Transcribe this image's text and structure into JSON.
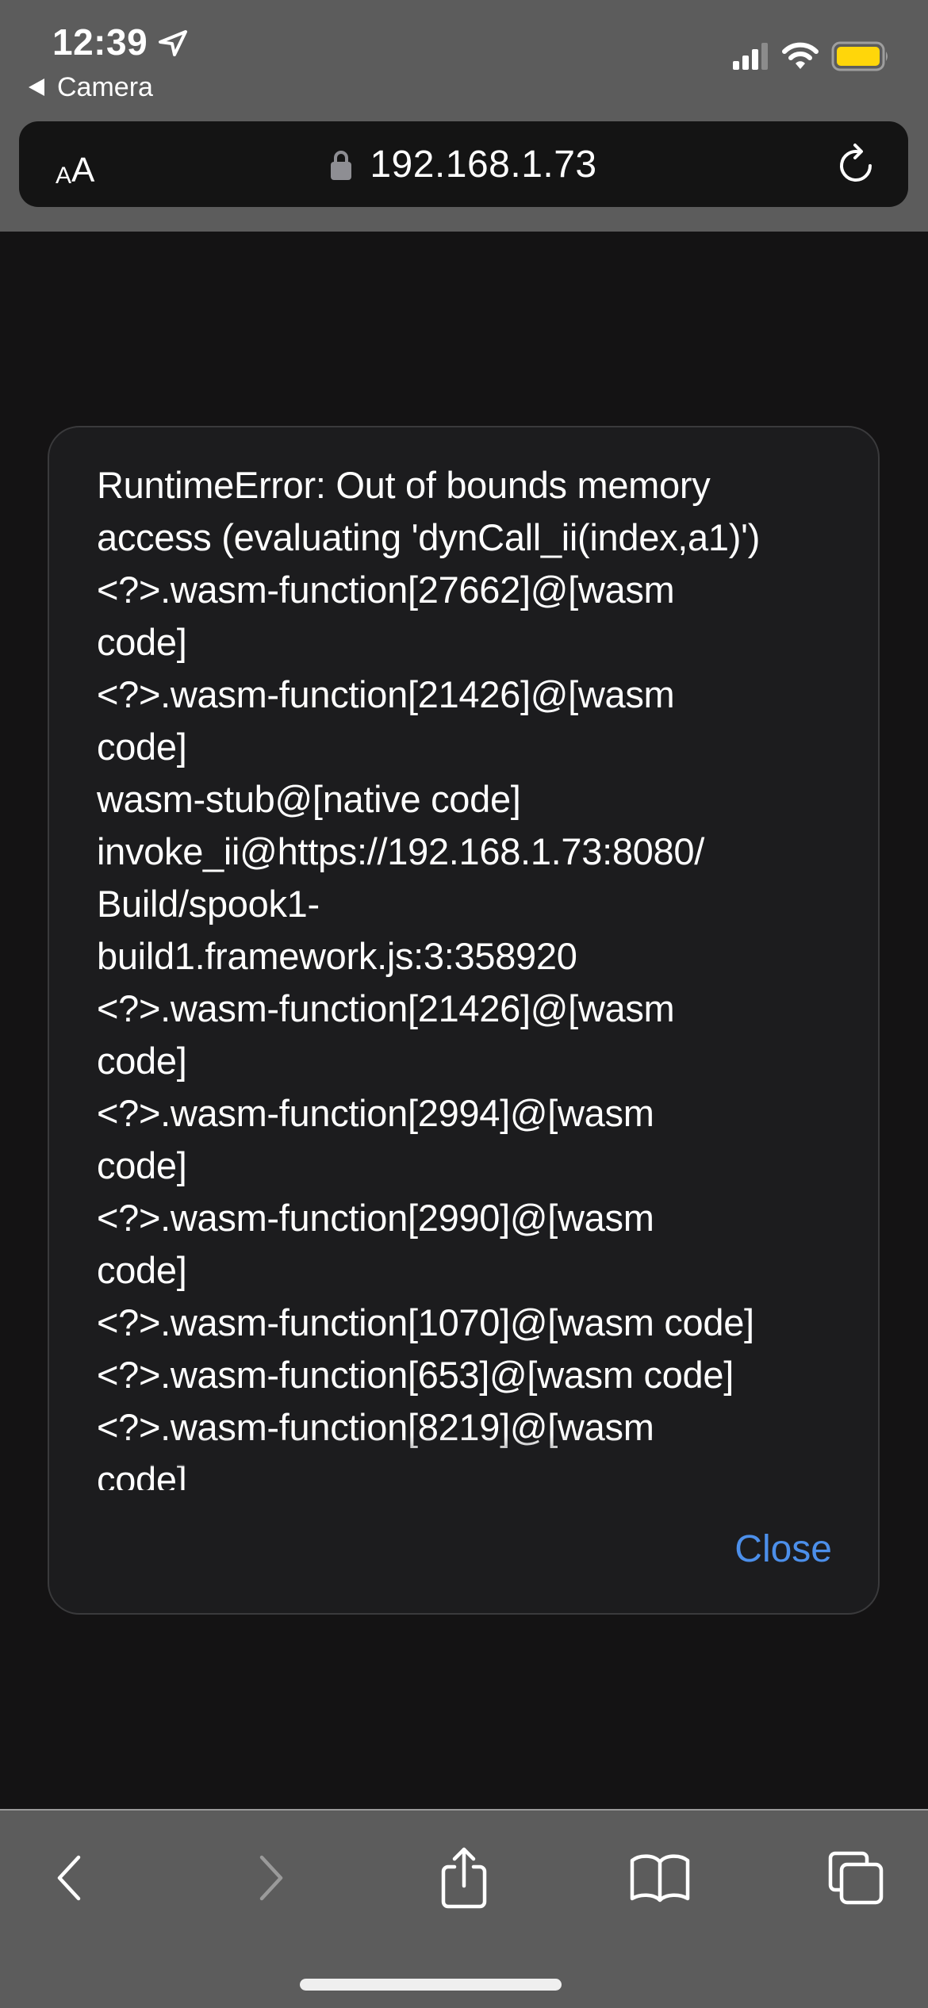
{
  "status_bar": {
    "time": "12:39",
    "back_app_label": "Camera",
    "battery_color": "#ffd60a",
    "icons": [
      "location-arrow-icon",
      "signal-icon",
      "wifi-icon",
      "battery-icon"
    ]
  },
  "url_bar": {
    "text_size_small": "A",
    "text_size_large": "A",
    "url": "192.168.1.73",
    "icons": [
      "lock-icon",
      "reload-icon"
    ]
  },
  "dialog": {
    "lines": [
      "RuntimeError: Out of bounds memory",
      "access (evaluating 'dynCall_ii(index,a1)')",
      "<?>.wasm-function[27662]@[wasm",
      "code]",
      "<?>.wasm-function[21426]@[wasm",
      "code]",
      "wasm-stub@[native code]",
      "invoke_ii@https://192.168.1.73:8080/",
      "Build/spook1-",
      "build1.framework.js:3:358920",
      "<?>.wasm-function[21426]@[wasm",
      "code]",
      "<?>.wasm-function[2994]@[wasm",
      "code]",
      "<?>.wasm-function[2990]@[wasm",
      "code]",
      "<?>.wasm-function[1070]@[wasm code]",
      "<?>.wasm-function[653]@[wasm code]",
      "<?>.wasm-function[8219]@[wasm",
      "code]"
    ],
    "close_label": "Close",
    "accent_color": "#4c8fea"
  },
  "toolbar": {
    "buttons": [
      {
        "name": "back",
        "icon": "chevron-left-icon",
        "enabled": true
      },
      {
        "name": "forward",
        "icon": "chevron-right-icon",
        "enabled": false
      },
      {
        "name": "share",
        "icon": "share-icon",
        "enabled": true
      },
      {
        "name": "bookmarks",
        "icon": "book-icon",
        "enabled": true
      },
      {
        "name": "tabs",
        "icon": "tabs-icon",
        "enabled": true
      }
    ]
  }
}
